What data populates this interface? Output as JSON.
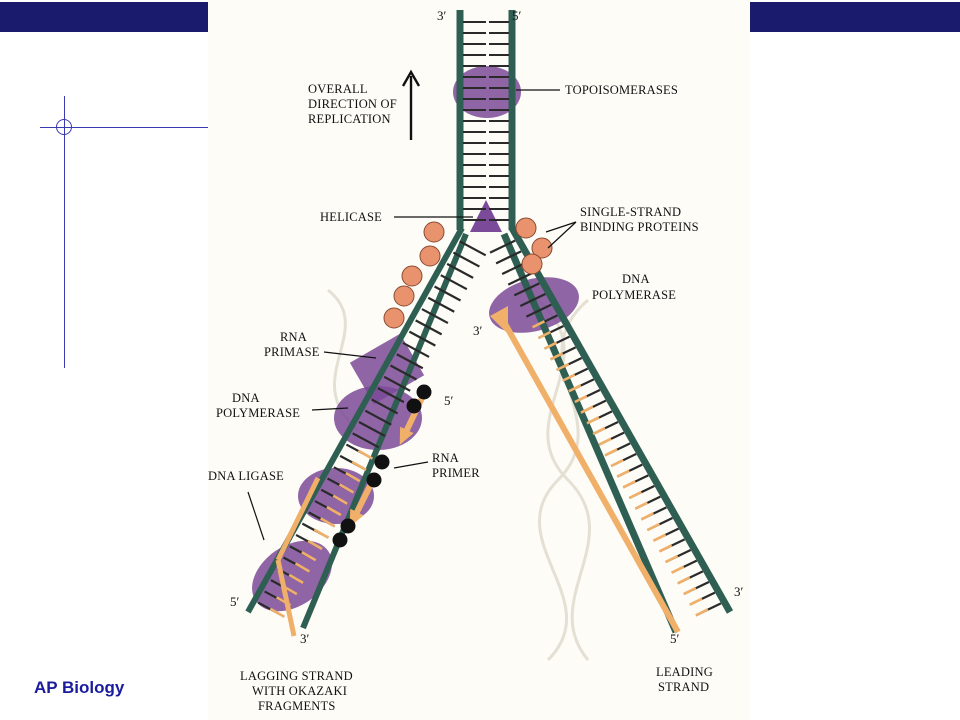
{
  "slide": {
    "footer": "AP Biology"
  },
  "diagram": {
    "labels": {
      "direction": [
        "OVERALL",
        "DIRECTION OF",
        "REPLICATION"
      ],
      "topoisomerases": [
        "TOPOISOMERASES"
      ],
      "helicase": [
        "HELICASE"
      ],
      "ssb": [
        "SINGLE-STRAND",
        "BINDING PROTEINS"
      ],
      "dna_pol_right": [
        "DNA",
        "POLYMERASE"
      ],
      "rna_primase": [
        "RNA",
        "PRIMASE"
      ],
      "dna_pol_left": [
        "DNA",
        "POLYMERASE"
      ],
      "rna_primer": [
        "RNA",
        "PRIMER"
      ],
      "dna_ligase": [
        "DNA LIGASE"
      ],
      "lagging": [
        "LAGGING STRAND",
        "WITH OKAZAKI",
        "FRAGMENTS"
      ],
      "leading": [
        "LEADING",
        "STRAND"
      ]
    },
    "ends": {
      "top_left": "3′",
      "top_right": "5′",
      "primer_5": "5′",
      "leading_3_top": "3′",
      "lagging_5": "5′",
      "lagging_3": "3′",
      "right_3": "3′",
      "leading_5": "5′"
    },
    "colors": {
      "backbone": "#2f5f52",
      "rung": "#2a2a2a",
      "new_strand": "#f0b06a",
      "enzyme": "#7b4a98",
      "ssb_protein": "#e9936e",
      "primer_bead": "#111111",
      "bar": "#1b1b6e",
      "footer_text": "#1b1b9e"
    }
  }
}
